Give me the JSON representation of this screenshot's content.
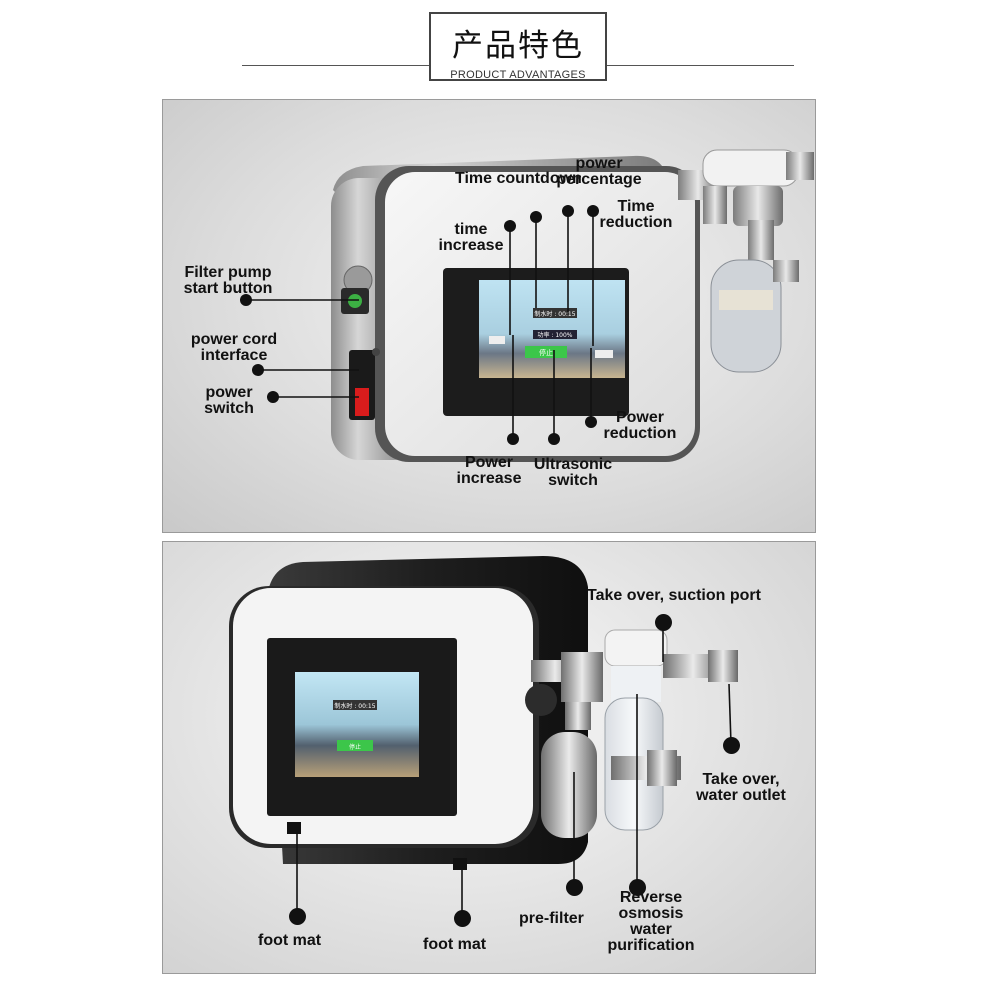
{
  "header": {
    "title_cn": "产品特色",
    "title_en": "PRODUCT ADVANTAGES"
  },
  "top_panel": {
    "screen": {
      "top_readout": "制水时 : 00:15",
      "mid_readout": "功率 : 100%",
      "button": "停止"
    },
    "labels": {
      "time_countdown": "Time countdown",
      "power_percentage": "power percentage",
      "time_increase": "time increase",
      "time_reduction": "Time reduction",
      "filter_pump": "Filter pump start button",
      "power_cord": "power cord interface",
      "power_switch": "power switch",
      "power_reduction": "Power reduction",
      "power_increase": "Power increase",
      "ultrasonic_switch": "Ultrasonic switch"
    }
  },
  "bottom_panel": {
    "screen": {
      "top_readout": "制水时 : 00:15",
      "button": "停止"
    },
    "labels": {
      "suction_port": "Take over, suction port",
      "water_outlet": "Take over, water outlet",
      "foot_mat_left": "foot mat",
      "foot_mat_right": "foot mat",
      "pre_filter": "pre-filter",
      "reverse_osmosis": "Reverse osmosis water purification"
    }
  }
}
